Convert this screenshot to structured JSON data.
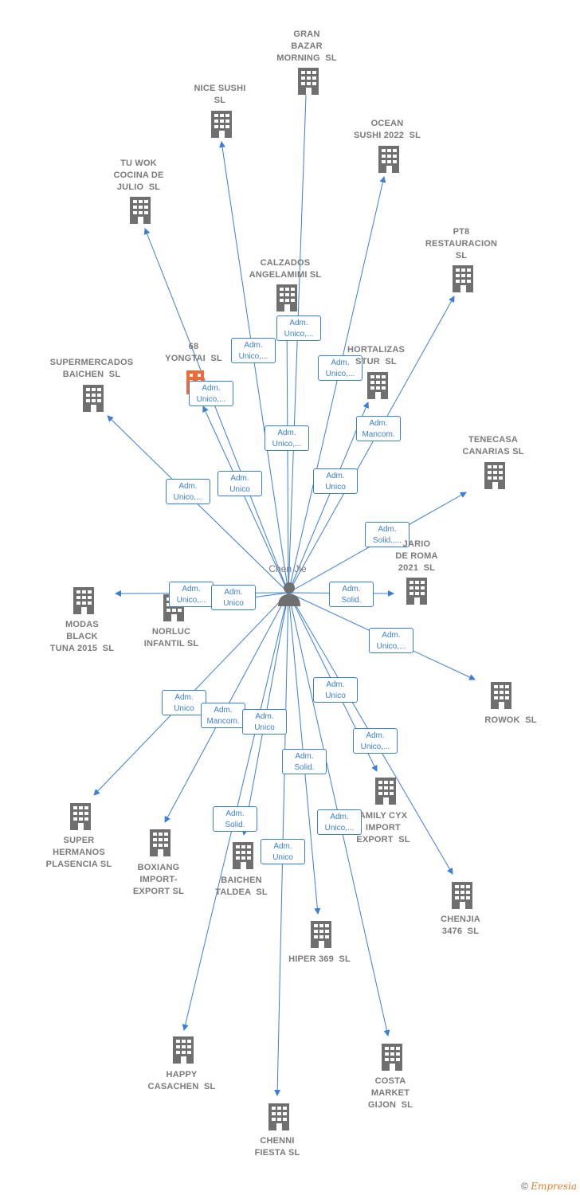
{
  "center": {
    "name": "Chen Jie"
  },
  "colors": {
    "edge": "#3a7fd5",
    "building": "#6f6f6f",
    "highlight": "#f06a35",
    "label": "#7a7a7a"
  },
  "companies": [
    {
      "id": "gran-bazar",
      "label": "GRAN\nBAZAR\nMORNING  SL",
      "relation": "Adm.\nUnico,..."
    },
    {
      "id": "nice-sushi",
      "label": "NICE SUSHI\nSL",
      "relation": "Adm.\nUnico,..."
    },
    {
      "id": "ocean-sushi",
      "label": "OCEAN\nSUSHI 2022  SL",
      "relation": "Adm.\nUnico,..."
    },
    {
      "id": "tu-wok",
      "label": "TU WOK\nCOCINA DE\nJULIO  SL",
      "relation": "Adm.\nUnico,..."
    },
    {
      "id": "pt8",
      "label": "PT8\nRESTAURACION\nSL",
      "relation": "Adm.\nMancom."
    },
    {
      "id": "calzados",
      "label": "CALZADOS\nANGELAMIMI SL",
      "relation": "Adm.\nUnico,..."
    },
    {
      "id": "yongtai",
      "label": "68\nYONGTAI  SL",
      "relation": "Adm.\nUnico"
    },
    {
      "id": "supermercados",
      "label": "SUPERMERCADOS\nBAICHEN  SL",
      "relation": "Adm.\nUnico,..."
    },
    {
      "id": "hortalizas",
      "label": "HORTALIZAS\nSTUR  SL",
      "relation": "Adm.\nUnico"
    },
    {
      "id": "tenecasa",
      "label": "TENECASA\nCANARIAS SL",
      "relation": "Adm.\nSolid.,..."
    },
    {
      "id": "roma",
      "label": "JARIO\nDE ROMA\n2021  SL",
      "relation": "Adm.\nSolid."
    },
    {
      "id": "modas",
      "label": "MODAS\nBLACK\nTUNA 2015  SL",
      "relation": "Adm.\nUnico,..."
    },
    {
      "id": "norluc",
      "label": "NORLUC\nINFANTIL SL",
      "relation": "Adm.\nUnico"
    },
    {
      "id": "rowok",
      "label": "ROWOK  SL",
      "relation": "Adm.\nUnico,..."
    },
    {
      "id": "super-hermanos",
      "label": "SUPER\nHERMANOS\nPLASENCIA SL",
      "relation": "Adm.\nUnico"
    },
    {
      "id": "boxiang",
      "label": "BOXIANG\nIMPORT-\nEXPORT SL",
      "relation": "Adm.\nMancom."
    },
    {
      "id": "baichen-taldea",
      "label": "BAICHEN\nTALDEA  SL",
      "relation": "Adm.\nUnico"
    },
    {
      "id": "family-cyx",
      "label": "AMILY CYX\nIMPORT\nEXPORT  SL",
      "relation": "Adm.\nUnico"
    },
    {
      "id": "chenjia",
      "label": "CHENJIA\n3476  SL",
      "relation": "Adm.\nUnico,..."
    },
    {
      "id": "hiper-369",
      "label": "HIPER 369  SL",
      "relation": "Adm.\nSolid."
    },
    {
      "id": "happy-casachen",
      "label": "HAPPY\nCASACHEN  SL",
      "relation": "Adm.\nSolid."
    },
    {
      "id": "costa-market",
      "label": "COSTA\nMARKET\nGIJON  SL",
      "relation": "Adm.\nUnico,..."
    },
    {
      "id": "chenni-fiesta",
      "label": "CHENNI\nFIESTA SL",
      "relation": "Adm.\nUnico"
    }
  ],
  "watermark": {
    "copyright": "©",
    "brand": "Empresia"
  }
}
